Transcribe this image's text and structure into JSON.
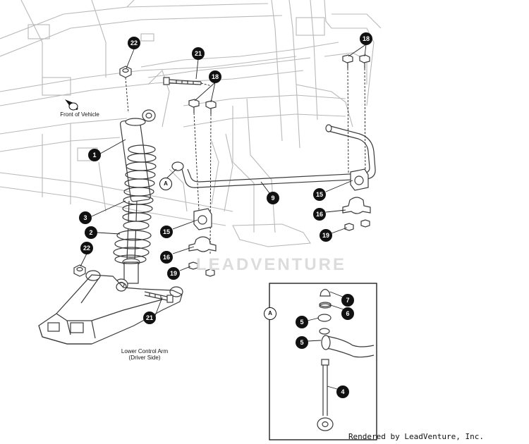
{
  "labels": {
    "front_of_vehicle": "Front of Vehicle",
    "lower_control_arm_line1": "Lower Control Arm",
    "lower_control_arm_line2": "(Driver Side)",
    "detail_marker_main": "A",
    "detail_marker_inset": "A",
    "watermark": "LEADVENTURE",
    "credit": "Rendered by LeadVenture, Inc."
  },
  "callouts": {
    "c22a": "22",
    "c21a": "21",
    "c18a": "18",
    "c18b": "18",
    "c1": "1",
    "c3": "3",
    "c2": "2",
    "c22b": "22",
    "c21b": "21",
    "c15a": "15",
    "c16a": "16",
    "c19a": "19",
    "c9": "9",
    "c15b": "15",
    "c16b": "16",
    "c19b": "19",
    "c7": "7",
    "c6": "6",
    "c5a": "5",
    "c5b": "5",
    "c4": "4"
  },
  "colors": {
    "callout_fill": "#111111",
    "frame_line": "#b9b9b9",
    "part_line": "#3a3a3a"
  }
}
